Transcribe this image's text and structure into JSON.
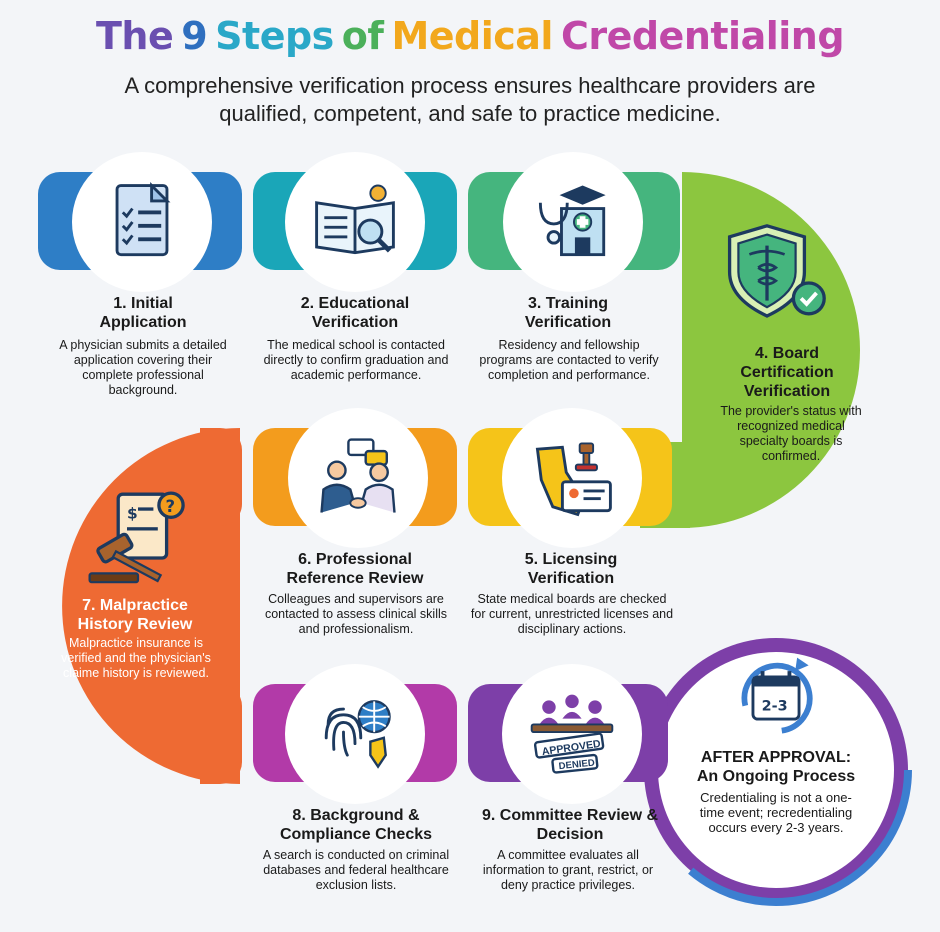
{
  "title": {
    "words": [
      {
        "text": "The",
        "color": "#6a4fb0"
      },
      {
        "text": "9",
        "color": "#2f6fbf"
      },
      {
        "text": "Steps",
        "color": "#2aa8c8"
      },
      {
        "text": "of",
        "color": "#4bb05a"
      },
      {
        "text": "Medical",
        "color": "#f2a81d"
      },
      {
        "text": "Credentialing",
        "color": "#c048a8"
      }
    ]
  },
  "subtitle": "A comprehensive verification process ensures healthcare providers are qualified, competent, and safe to practice medicine.",
  "colors": {
    "blue": "#2e7ec6",
    "teal": "#1aa6b8",
    "green": "#45b57e",
    "lime": "#8cc63f",
    "orange": "#ee6a33",
    "amber": "#f39c1d",
    "yellow": "#f5c419",
    "magenta": "#b23aa8",
    "purple": "#7d3fa8"
  },
  "steps": [
    {
      "heading": "1. Initial Application",
      "desc": "A physician submits a detailed application covering their complete professional background.",
      "icon": "application-icon"
    },
    {
      "heading": "2. Educational Verification",
      "desc": "The medical school is contacted directly to confirm graduation and academic performance.",
      "icon": "diploma-icon"
    },
    {
      "heading": "3. Training Verification",
      "desc": "Residency and fellowship programs are contacted to verify completion and performance.",
      "icon": "hospital-icon"
    },
    {
      "heading": "4. Board Certification Verification",
      "desc": "The provider's status with recognized medical specialty boards is confirmed.",
      "icon": "shield-icon"
    },
    {
      "heading": "5. Licensing Verification",
      "desc": "State medical boards are checked for current, unrestricted licenses and disciplinary actions.",
      "icon": "license-icon"
    },
    {
      "heading": "6. Professional Reference Review",
      "desc": "Colleagues and supervisors are contacted to assess clinical skills and professionalism.",
      "icon": "handshake-icon"
    },
    {
      "heading": "7. Malpractice History Review",
      "desc": "Malpractice insurance is verified and the physician's claime history is reviewed.",
      "icon": "gavel-icon"
    },
    {
      "heading": "8. Background & Compliance Checks",
      "desc": "A search is conducted on criminal databases and federal healthcare exclusion lists.",
      "icon": "fingerprint-icon"
    },
    {
      "heading": "9. Committee Review & Decision",
      "desc": "A committee evaluates all information to grant, restrict, or deny practice privileges.",
      "icon": "committee-icon"
    }
  ],
  "after": {
    "heading": "AFTER APPROVAL: An Ongoing Process",
    "desc": "Credentialing is not a one-time event; recredentialing occurs every 2-3 years.",
    "calendar": "2-3",
    "icon": "calendar-icon"
  },
  "stamps": {
    "approved": "APPROVED",
    "denied": "DENIED"
  }
}
